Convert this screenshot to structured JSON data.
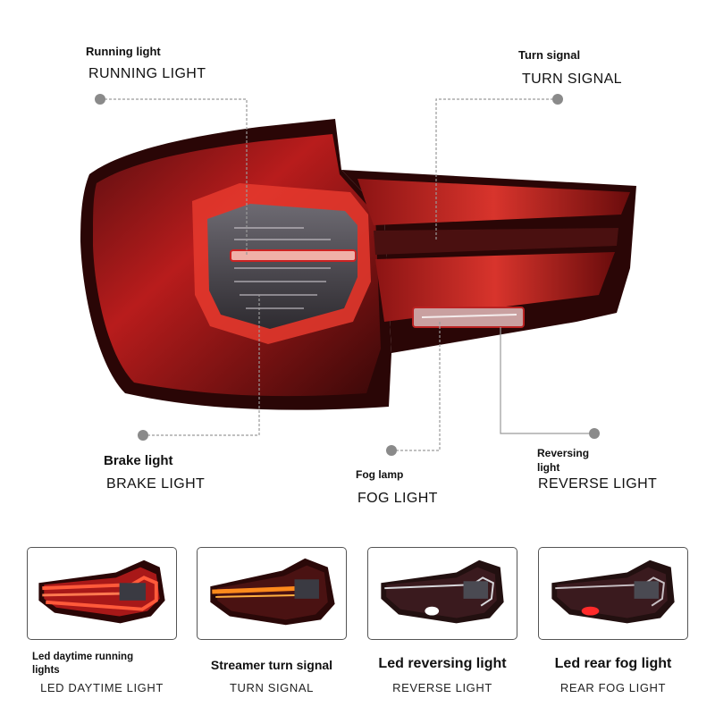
{
  "callouts": {
    "running": {
      "title": "Running light",
      "subtitle": "RUNNING LIGHT"
    },
    "turn": {
      "title": "Turn signal",
      "subtitle": "TURN SIGNAL"
    },
    "brake": {
      "title": "Brake light",
      "subtitle": "BRAKE LIGHT"
    },
    "fog": {
      "title": "Fog lamp",
      "subtitle": "FOG LIGHT"
    },
    "reverse": {
      "title_line1": "Reversing",
      "title_line2": "light",
      "subtitle": "REVERSE LIGHT"
    }
  },
  "modes": [
    {
      "title_line1": "Led daytime running",
      "title_line2": "lights",
      "subtitle": "LED DAYTIME LIGHT"
    },
    {
      "title": "Streamer turn signal",
      "subtitle": "TURN SIGNAL"
    },
    {
      "title": "Led reversing light",
      "subtitle": "REVERSE LIGHT"
    },
    {
      "title": "Led rear fog light",
      "subtitle": "REAR FOG LIGHT"
    }
  ],
  "colors": {
    "lamp_red": "#c8201e",
    "lamp_dark": "#3a0d0d",
    "amber": "#ff8a1c",
    "leader": "#9a9a9a"
  }
}
